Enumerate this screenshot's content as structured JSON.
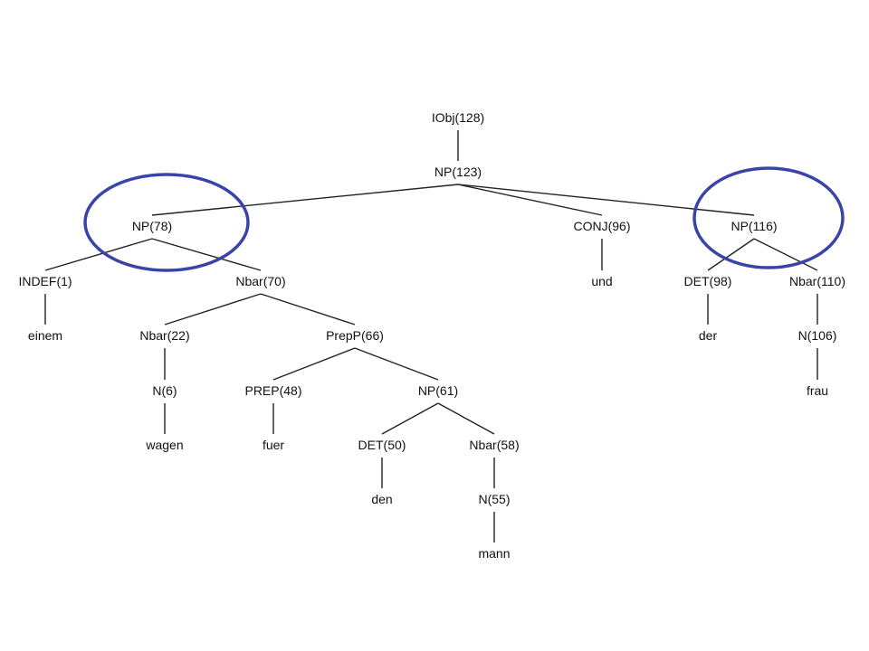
{
  "colors": {
    "edge": "#222222",
    "text": "#111111",
    "highlight": "#3a44a8"
  },
  "nodes": [
    {
      "id": "n0",
      "label": "IObj(128)"
    },
    {
      "id": "n1",
      "label": "NP(123)"
    },
    {
      "id": "n2",
      "label": "NP(78)"
    },
    {
      "id": "n3",
      "label": "CONJ(96)"
    },
    {
      "id": "n4",
      "label": "NP(116)"
    },
    {
      "id": "n5",
      "label": "INDEF(1)"
    },
    {
      "id": "n6",
      "label": "Nbar(70)"
    },
    {
      "id": "n7",
      "label": "und"
    },
    {
      "id": "n8",
      "label": "DET(98)"
    },
    {
      "id": "n9",
      "label": "Nbar(110)"
    },
    {
      "id": "n10",
      "label": "einem"
    },
    {
      "id": "n11",
      "label": "Nbar(22)"
    },
    {
      "id": "n12",
      "label": "PrepP(66)"
    },
    {
      "id": "n13",
      "label": "der"
    },
    {
      "id": "n14",
      "label": "N(106)"
    },
    {
      "id": "n15",
      "label": "N(6)"
    },
    {
      "id": "n16",
      "label": "PREP(48)"
    },
    {
      "id": "n17",
      "label": "NP(61)"
    },
    {
      "id": "n18",
      "label": "frau"
    },
    {
      "id": "n19",
      "label": "wagen"
    },
    {
      "id": "n20",
      "label": "fuer"
    },
    {
      "id": "n21",
      "label": "DET(50)"
    },
    {
      "id": "n22",
      "label": "Nbar(58)"
    },
    {
      "id": "n23",
      "label": "den"
    },
    {
      "id": "n24",
      "label": "N(55)"
    },
    {
      "id": "n25",
      "label": "mann"
    }
  ],
  "edges": [
    [
      "n0",
      "n1"
    ],
    [
      "n1",
      "n2"
    ],
    [
      "n1",
      "n3"
    ],
    [
      "n1",
      "n4"
    ],
    [
      "n2",
      "n5"
    ],
    [
      "n2",
      "n6"
    ],
    [
      "n3",
      "n7"
    ],
    [
      "n4",
      "n8"
    ],
    [
      "n4",
      "n9"
    ],
    [
      "n5",
      "n10"
    ],
    [
      "n6",
      "n11"
    ],
    [
      "n6",
      "n12"
    ],
    [
      "n8",
      "n13"
    ],
    [
      "n9",
      "n14"
    ],
    [
      "n11",
      "n15"
    ],
    [
      "n12",
      "n16"
    ],
    [
      "n12",
      "n17"
    ],
    [
      "n14",
      "n18"
    ],
    [
      "n15",
      "n19"
    ],
    [
      "n16",
      "n20"
    ],
    [
      "n17",
      "n21"
    ],
    [
      "n17",
      "n22"
    ],
    [
      "n21",
      "n23"
    ],
    [
      "n22",
      "n24"
    ],
    [
      "n24",
      "n25"
    ]
  ],
  "highlights": [
    {
      "node": "n2",
      "description": "circled"
    },
    {
      "node": "n4",
      "description": "circled"
    }
  ]
}
